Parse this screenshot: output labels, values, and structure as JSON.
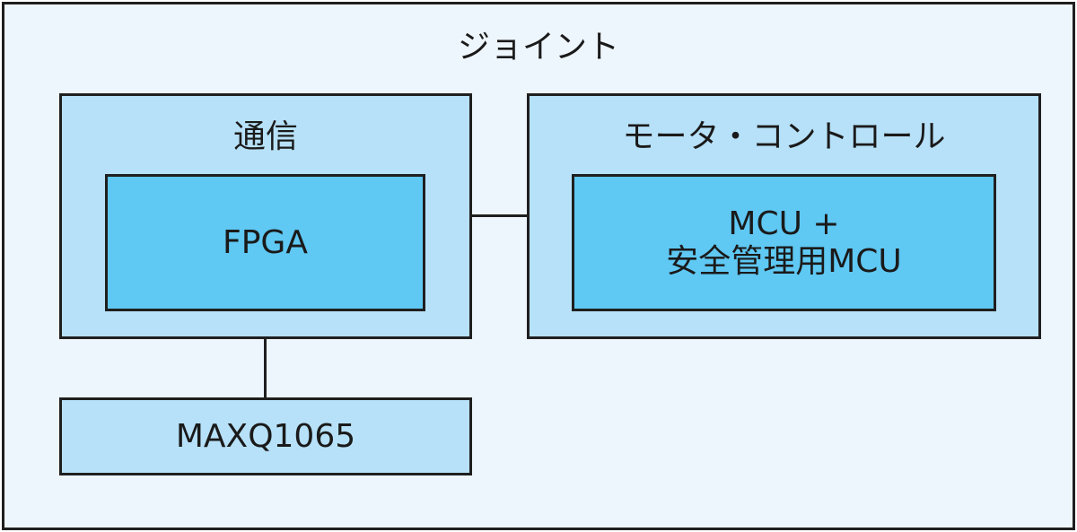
{
  "diagram": {
    "outer_title": "ジョイント",
    "communication": {
      "title": "通信",
      "chip": "FPGA"
    },
    "motor_control": {
      "title": "モータ・コントロール",
      "chip_line1": "MCU +",
      "chip_line2": "安全管理用MCU"
    },
    "secure_element": "MAXQ1065"
  }
}
